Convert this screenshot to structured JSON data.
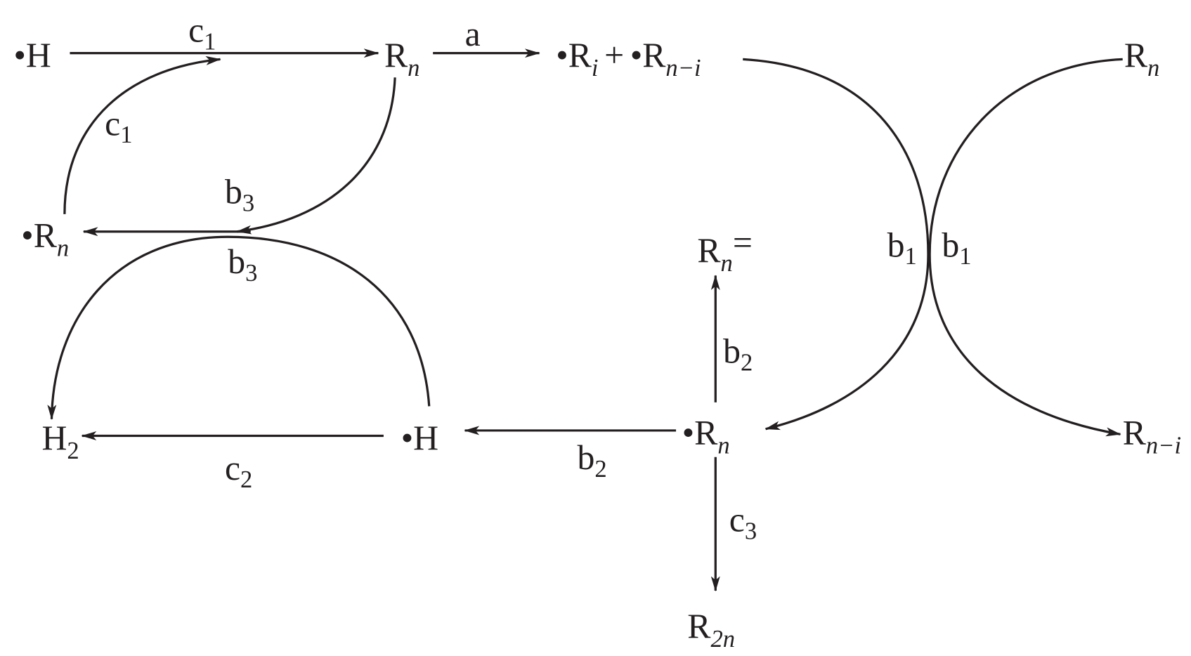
{
  "species": {
    "h_radical_top": "H",
    "rn_top": "R",
    "rn_top_sub": "n",
    "ri_radical": "R",
    "ri_sub": "i",
    "plus": "+",
    "rni_radical": "R",
    "rni_sub": "n−i",
    "rn_right": "R",
    "rn_right_sub": "n",
    "rn_radical_left": "R",
    "rn_radical_left_sub": "n",
    "rn_alkene": "R",
    "rn_alkene_sub": "n",
    "rn_alkene_eq": "=",
    "h2": "H",
    "h2_sub": "2",
    "h_radical_bottom": "H",
    "rn_radical_center": "R",
    "rn_radical_center_sub": "n",
    "rni_product": "R",
    "rni_product_sub": "n−i",
    "r2n": "R",
    "r2n_sub": "2n"
  },
  "reactions": {
    "c1_top": "c",
    "c1_top_sub": "1",
    "a": "a",
    "c1_left": "c",
    "c1_left_sub": "1",
    "b3_upper": "b",
    "b3_upper_sub": "3",
    "b3_lower": "b",
    "b3_lower_sub": "3",
    "b1_left": "b",
    "b1_left_sub": "1",
    "b1_right": "b",
    "b1_right_sub": "1",
    "b2_vertical": "b",
    "b2_vertical_sub": "2",
    "b2_horizontal": "b",
    "b2_horizontal_sub": "2",
    "c2": "c",
    "c2_sub": "2",
    "c3": "c",
    "c3_sub": "3"
  },
  "radical_dot": "•"
}
